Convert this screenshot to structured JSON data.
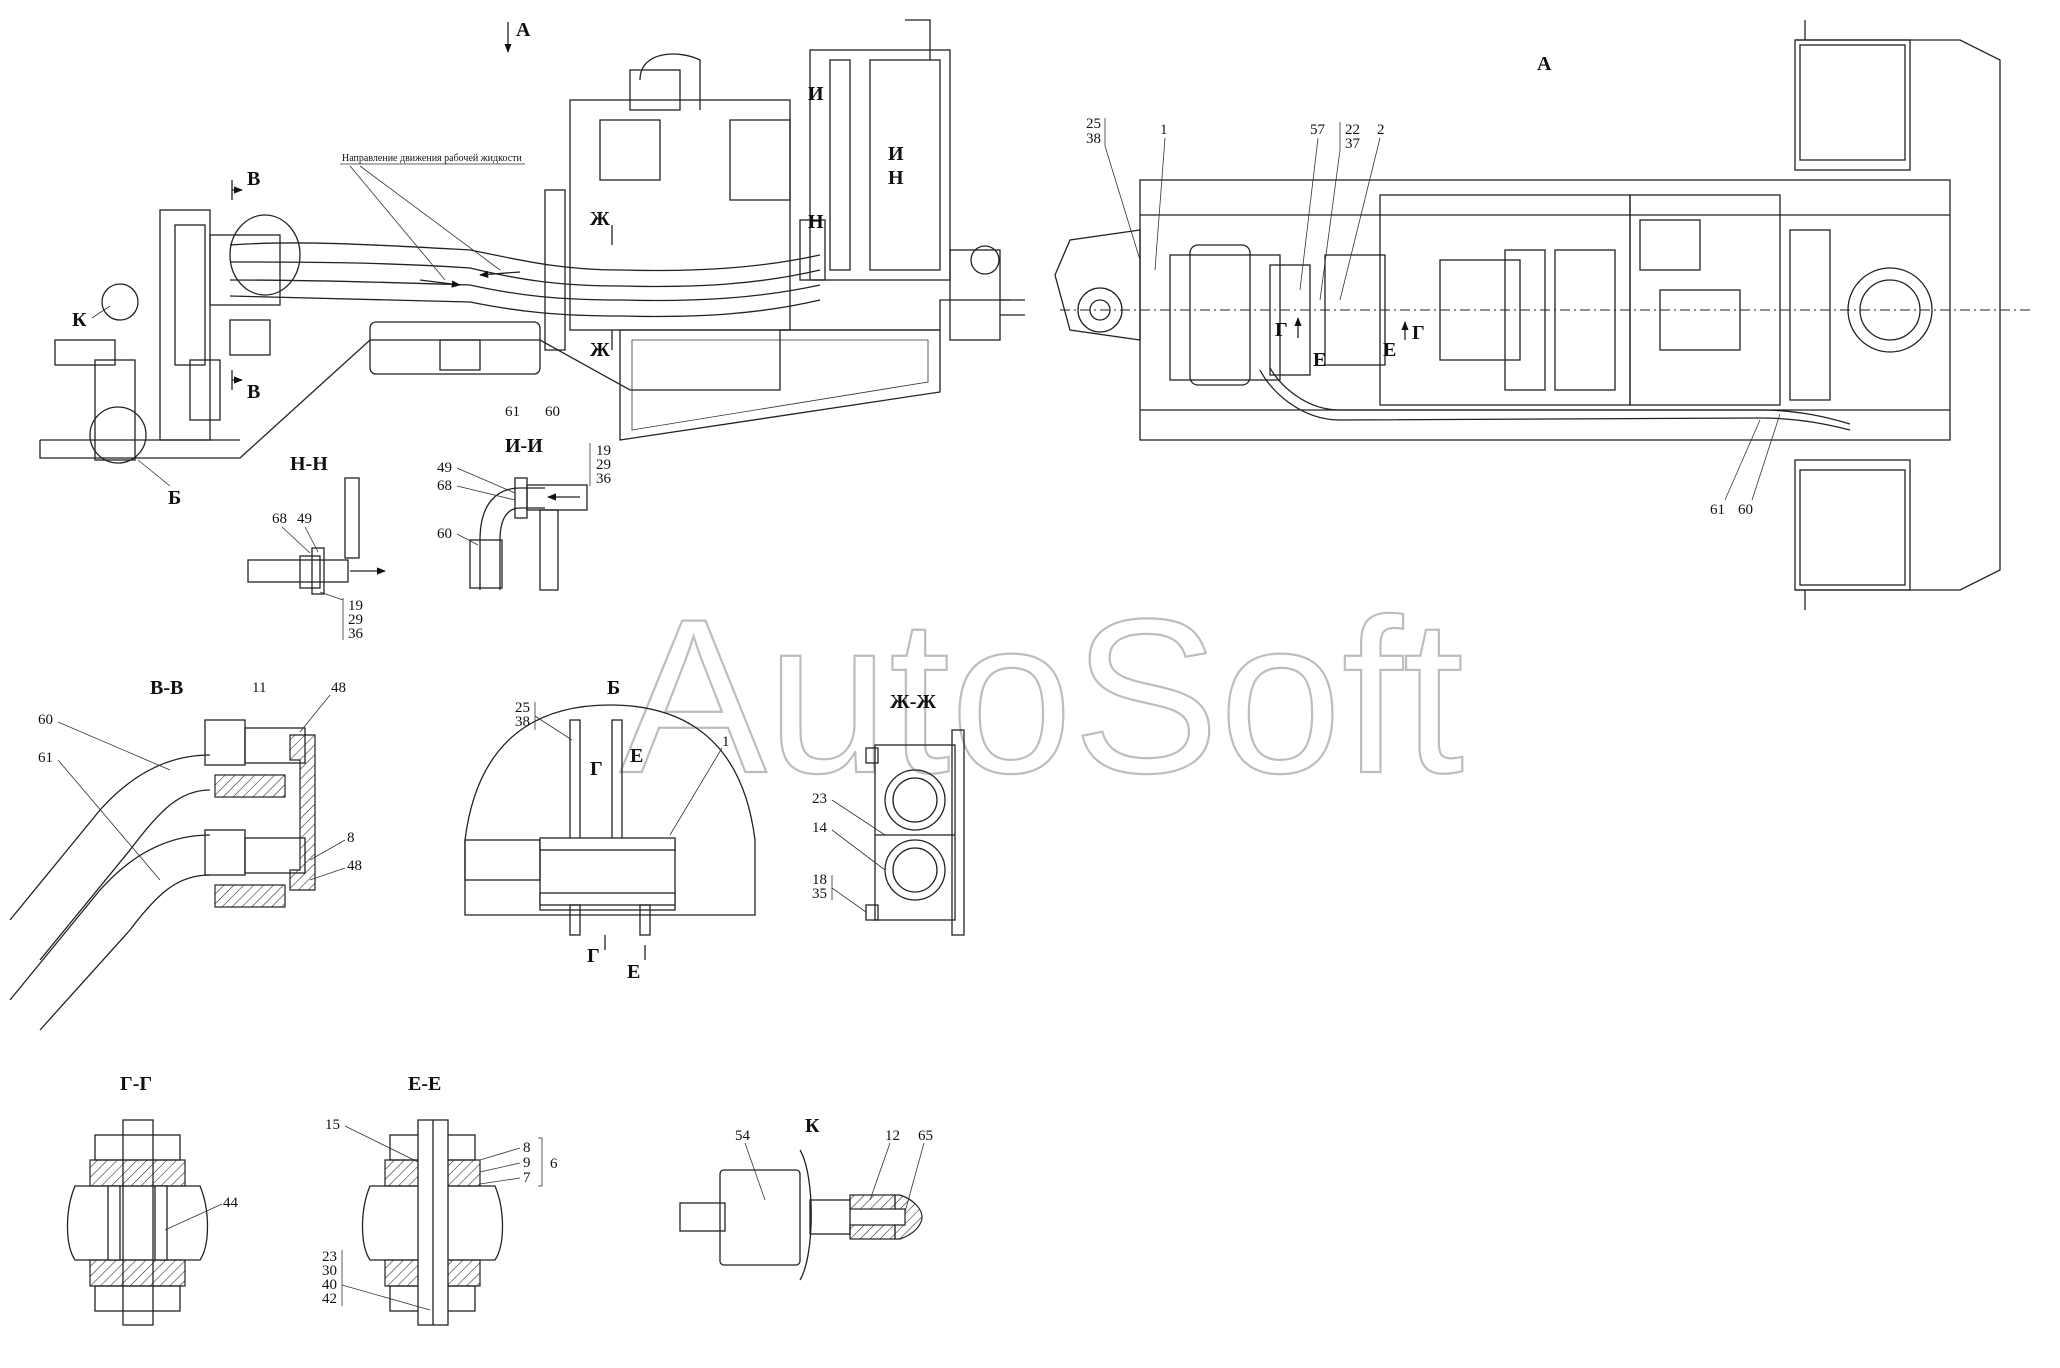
{
  "watermark": "AutoSoft",
  "flow_note": "Направление движения рабочей жидкости",
  "views": {
    "A": "А",
    "HH": "Н-Н",
    "II": "И-И",
    "VV": "В-В",
    "B": "Б",
    "ZhZh": "Ж-Ж",
    "GG": "Г-Г",
    "EE": "Е-Е",
    "K": "К"
  },
  "markers": {
    "A": "А",
    "V": "В",
    "K": "К",
    "B": "Б",
    "Zh": "Ж",
    "I": "И",
    "N": "Н",
    "G": "Г",
    "E": "Е"
  },
  "part_numbers": {
    "n1": "1",
    "n2": "2",
    "n6": "6",
    "n7": "7",
    "n8": "8",
    "n9": "9",
    "n11": "11",
    "n12": "12",
    "n14": "14",
    "n15": "15",
    "n18": "18",
    "n19": "19",
    "n22": "22",
    "n23": "23",
    "n25": "25",
    "n29": "29",
    "n30": "30",
    "n35": "35",
    "n36": "36",
    "n37": "37",
    "n38": "38",
    "n40": "40",
    "n42": "42",
    "n44": "44",
    "n48": "48",
    "n49": "49",
    "n54": "54",
    "n57": "57",
    "n60": "60",
    "n61": "61",
    "n65": "65",
    "n68": "68"
  }
}
